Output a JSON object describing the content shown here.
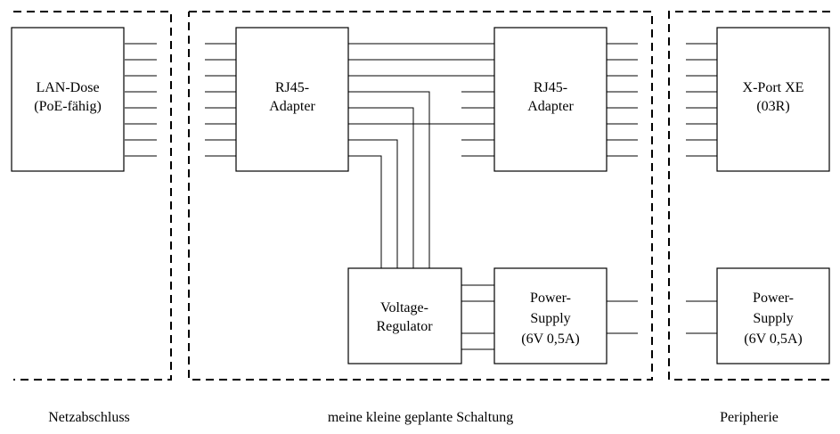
{
  "blocks": {
    "lan_dose": {
      "line1": "LAN-Dose",
      "line2": "(PoE-fähig)"
    },
    "rj45_left": {
      "line1": "RJ45-",
      "line2": "Adapter"
    },
    "rj45_right": {
      "line1": "RJ45-",
      "line2": "Adapter"
    },
    "xport": {
      "line1": "X-Port XE",
      "line2": "(03R)"
    },
    "voltage_regulator": {
      "line1": "Voltage-",
      "line2": "Regulator"
    },
    "power_supply_mid": {
      "line1": "Power-",
      "line2": "Supply",
      "line3": "(6V 0,5A)"
    },
    "power_supply_right": {
      "line1": "Power-",
      "line2": "Supply",
      "line3": "(6V 0,5A)"
    }
  },
  "regions": {
    "netzabschluss": "Netzabschluss",
    "schaltung": "meine kleine geplante Schaltung",
    "peripherie": "Peripherie"
  }
}
